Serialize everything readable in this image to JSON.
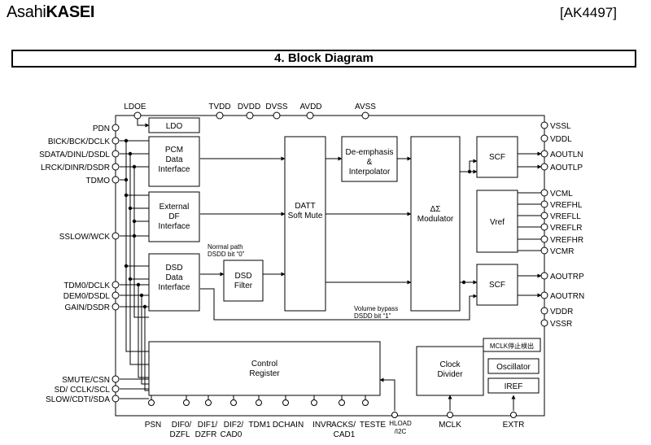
{
  "header": {
    "brand_prefix": "Asahi",
    "brand_bold": "KASEI",
    "part_number": "[AK4497]"
  },
  "section_title": "4. Block Diagram",
  "blocks": {
    "ldo": "LDO",
    "pcm": [
      "PCM",
      "Data",
      "Interface"
    ],
    "extdf": [
      "External",
      "DF",
      "Interface"
    ],
    "dsd": [
      "DSD",
      "Data",
      "Interface"
    ],
    "dsdfilter": [
      "DSD",
      "Filter"
    ],
    "datt": [
      "DATT",
      "Soft Mute"
    ],
    "deemph": [
      "De-emphasis",
      "&",
      "Interpolator"
    ],
    "modulator": [
      "ΔΣ",
      "Modulator"
    ],
    "scf1": "SCF",
    "vref": "Vref",
    "scf2": "SCF",
    "control": [
      "Control",
      "Register"
    ],
    "clockdiv": [
      "Clock",
      "Divider"
    ],
    "mclkdetect": "MCLK停止検出",
    "oscillator": "Oscillator",
    "iref": "IREF"
  },
  "annotations": {
    "normal_path": [
      "Normal path",
      "DSDD bit “0”"
    ],
    "volume_bypass": [
      "Volume bypass",
      "DSDD bit “1”"
    ]
  },
  "pins": {
    "left": [
      "PDN",
      "BICK/BCK/DCLK",
      "SDATA/DINL/DSDL",
      "LRCK/DINR/DSDR",
      "TDMO",
      "SSLOW/WCK",
      "TDM0/DCLK",
      "DEM0/DSDL",
      "GAIN/DSDR",
      "SMUTE/CSN",
      "SD/ CCLK/SCL",
      "SLOW/CDTI/SDA"
    ],
    "top": [
      "LDOE",
      "TVDD",
      "DVDD",
      "DVSS",
      "AVDD",
      "AVSS"
    ],
    "right": [
      "VSSL",
      "VDDL",
      "AOUTLN",
      "AOUTLP",
      "VCML",
      "VREFHL",
      "VREFLL",
      "VREFLR",
      "VREFHR",
      "VCMR",
      "AOUTRP",
      "AOUTRN",
      "VDDR",
      "VSSR"
    ],
    "bottom": [
      "PSN",
      "DIF0/",
      "DZFL",
      "DIF1/",
      "DZFR",
      "DIF2/",
      "CAD0",
      "TDM1",
      "DCHAIN",
      "INVR",
      "ACKS/",
      "CAD1",
      "TESTE",
      "HLOAD",
      "/I2C",
      "MCLK",
      "EXTR"
    ]
  }
}
